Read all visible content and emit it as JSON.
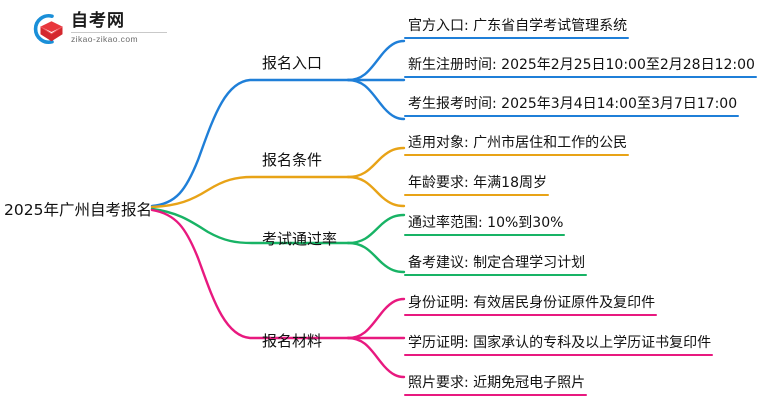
{
  "logo": {
    "wordmark": "自考网",
    "domain": "zikao-zikao.com",
    "mark_icon": "graduation-cap-icon",
    "arc_color": "#1a8fd8",
    "cap_color": "#e8373d"
  },
  "mindmap": {
    "root": {
      "label": "2025年广州自考报名"
    },
    "branches": [
      {
        "label": "报名入口",
        "color": "#1f7fd8",
        "leaves": [
          "官方入口: 广东省自学考试管理系统",
          "新生注册时间: 2025年2月25日10:00至2月28日12:00",
          "考生报考时间: 2025年3月4日14:00至3月7日17:00"
        ]
      },
      {
        "label": "报名条件",
        "color": "#e8a317",
        "leaves": [
          "适用对象: 广州市居住和工作的公民",
          "年龄要求: 年满18周岁"
        ]
      },
      {
        "label": "考试通过率",
        "color": "#18b365",
        "leaves": [
          "通过率范围: 10%到30%",
          "备考建议: 制定合理学习计划"
        ]
      },
      {
        "label": "报名材料",
        "color": "#e8197f",
        "leaves": [
          "身份证明: 有效居民身份证原件及复印件",
          "学历证明: 国家承认的专科及以上学历证书复印件",
          "照片要求: 近期免冠电子照片"
        ]
      }
    ]
  }
}
